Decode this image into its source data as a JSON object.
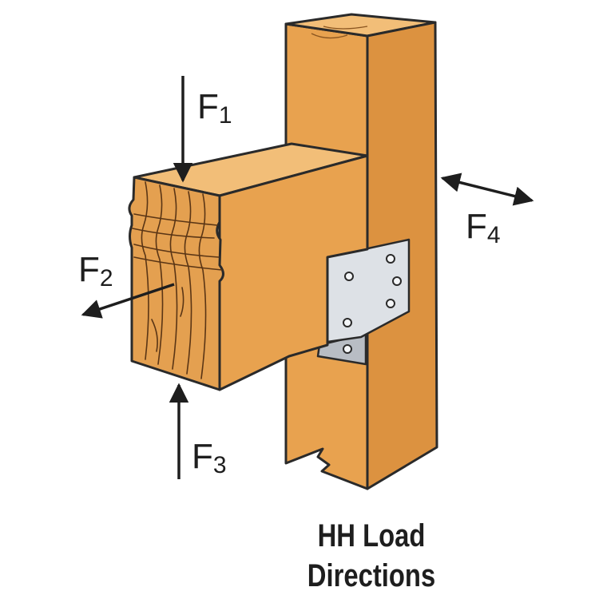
{
  "forces": [
    {
      "id": "F1",
      "letter": "F",
      "sub": "1"
    },
    {
      "id": "F2",
      "letter": "F",
      "sub": "2"
    },
    {
      "id": "F3",
      "letter": "F",
      "sub": "3"
    },
    {
      "id": "F4",
      "letter": "F",
      "sub": "4"
    }
  ],
  "caption": {
    "line1": "HH Load",
    "line2": "Directions"
  },
  "colors": {
    "wood": "#e8a24f",
    "wood_top": "#f2be78",
    "wood_side": "#dc9240",
    "grain": "#5a3515",
    "outline": "#2a2a2a",
    "bracket": "#dde1e6",
    "bracket_shadow": "#b8bdc4",
    "arrow": "#1e1e1e"
  }
}
